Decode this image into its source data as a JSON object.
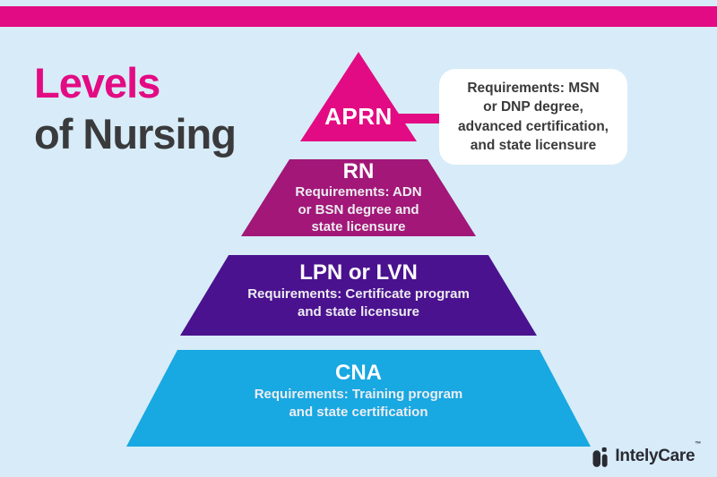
{
  "page": {
    "background_color": "#D7ECF8",
    "accent_color": "#E30B83"
  },
  "title": {
    "line1": "Levels",
    "line2": "of Nursing",
    "line1_color": "#E30B83",
    "line2_color": "#3A3A3C"
  },
  "pyramid": {
    "levels": [
      {
        "abbr": "APRN",
        "color": "#E30B83"
      },
      {
        "abbr": "RN",
        "color": "#A21778",
        "req_lines": [
          "Requirements: ADN",
          "or BSN degree and",
          "state licensure"
        ]
      },
      {
        "abbr": "LPN or LVN",
        "color": "#4A128F",
        "req_lines": [
          "Requirements: Certificate program",
          "and state licensure"
        ]
      },
      {
        "abbr": "CNA",
        "color": "#18A8E2",
        "req_lines": [
          "Requirements: Training program",
          "and state certification"
        ]
      }
    ]
  },
  "callout": {
    "lines": [
      "Requirements: MSN",
      "or DNP degree,",
      "advanced certification,",
      "and state licensure"
    ],
    "background_color": "#FFFFFF",
    "text_color": "#3A3A3C"
  },
  "logo": {
    "name": "IntelyCare",
    "trademark": "™",
    "color": "#2A2A33"
  }
}
